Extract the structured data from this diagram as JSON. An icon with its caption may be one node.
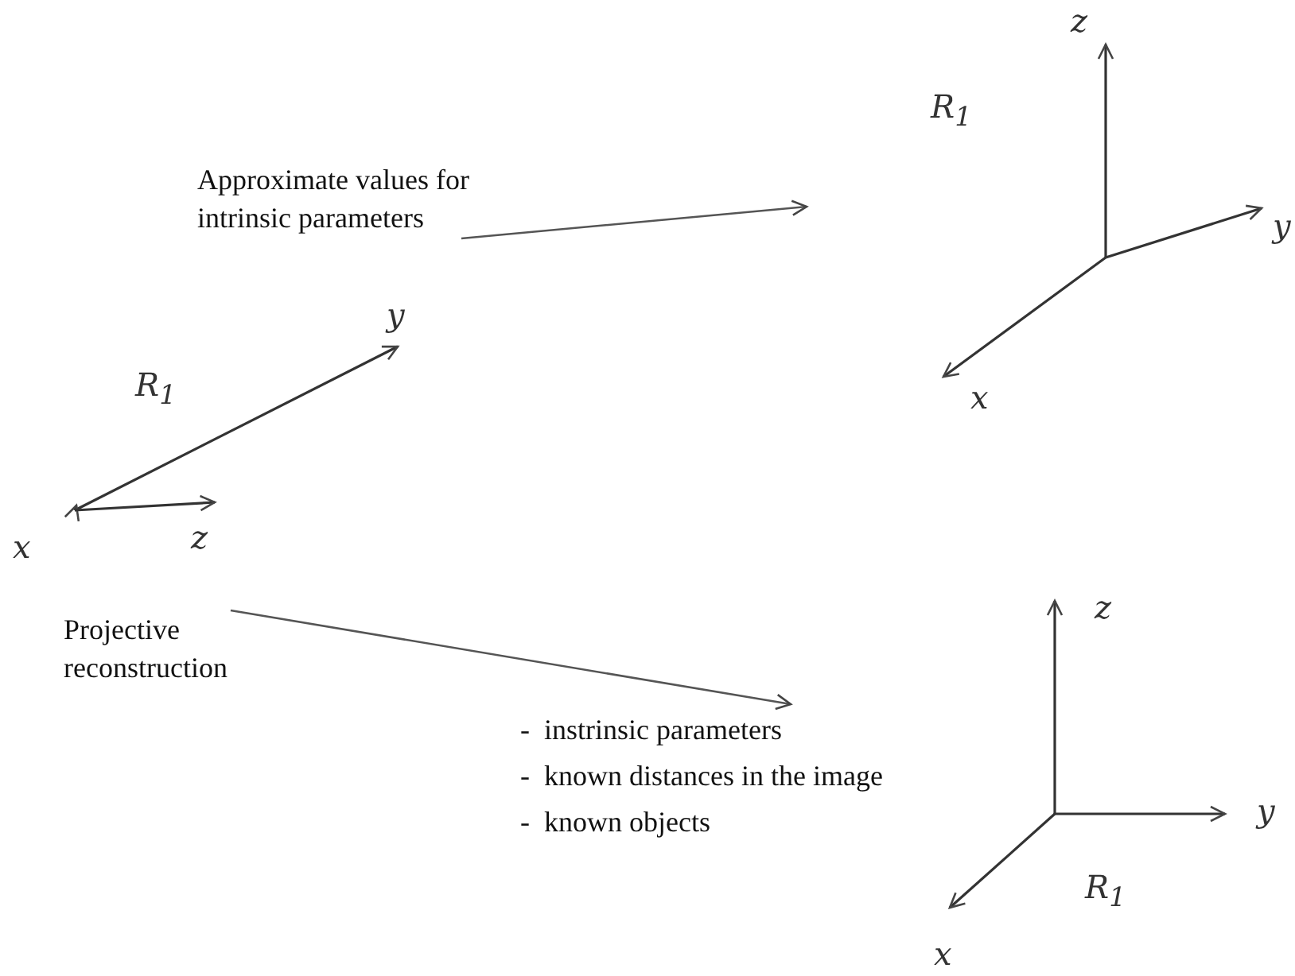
{
  "diagram": {
    "nodes": [
      {
        "text": [
          "Approximate values for intrinsic parameters"
        ]
      },
      {
        "text": [
          "Projective reconstruction"
        ]
      },
      {
        "text": [
          "-  instrinsic parameters",
          "-  known distances in the image",
          "-  known objects"
        ]
      }
    ],
    "edges": [
      {
        "from": 0,
        "to": null,
        "arrow": "to"
      },
      {
        "from": 1,
        "to": 2,
        "arrow": "to"
      }
    ],
    "labels": [
      "z",
      "R$_{1}$",
      "y",
      "x",
      "y",
      "R$_{1}$",
      "x",
      "z",
      "z",
      "y",
      "R$_{1}$",
      "x"
    ]
  }
}
